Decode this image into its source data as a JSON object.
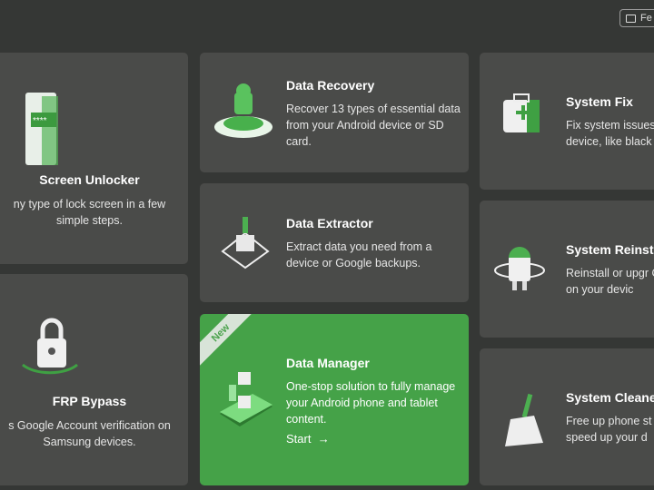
{
  "header": {
    "feedback_label": "Fe"
  },
  "cards": [
    {
      "title": "Screen Unlocker",
      "desc": "ny type of lock screen in a few simple steps."
    },
    {
      "title": "FRP Bypass",
      "desc": "s Google Account verification on Samsung devices."
    },
    {
      "title": "Data Recovery",
      "desc": "Recover 13 types of essential data from your Android device or SD card."
    },
    {
      "title": "Data Extractor",
      "desc": "Extract data you need from a device or Google backups."
    },
    {
      "title": "Data Manager",
      "desc": "One-stop solution to fully manage your Android phone and tablet content.",
      "badge": "New",
      "start_label": "Start",
      "arrow": "→"
    },
    {
      "title": "System Fix",
      "desc": "Fix system issues device, like black"
    },
    {
      "title": "System Reinst",
      "desc": "Reinstall or upgr OS on your devic"
    },
    {
      "title": "System Cleane",
      "desc": "Free up phone st speed up your d"
    }
  ],
  "colors": {
    "background": "#353735",
    "card": "#4a4b49",
    "accent": "#45a248"
  }
}
